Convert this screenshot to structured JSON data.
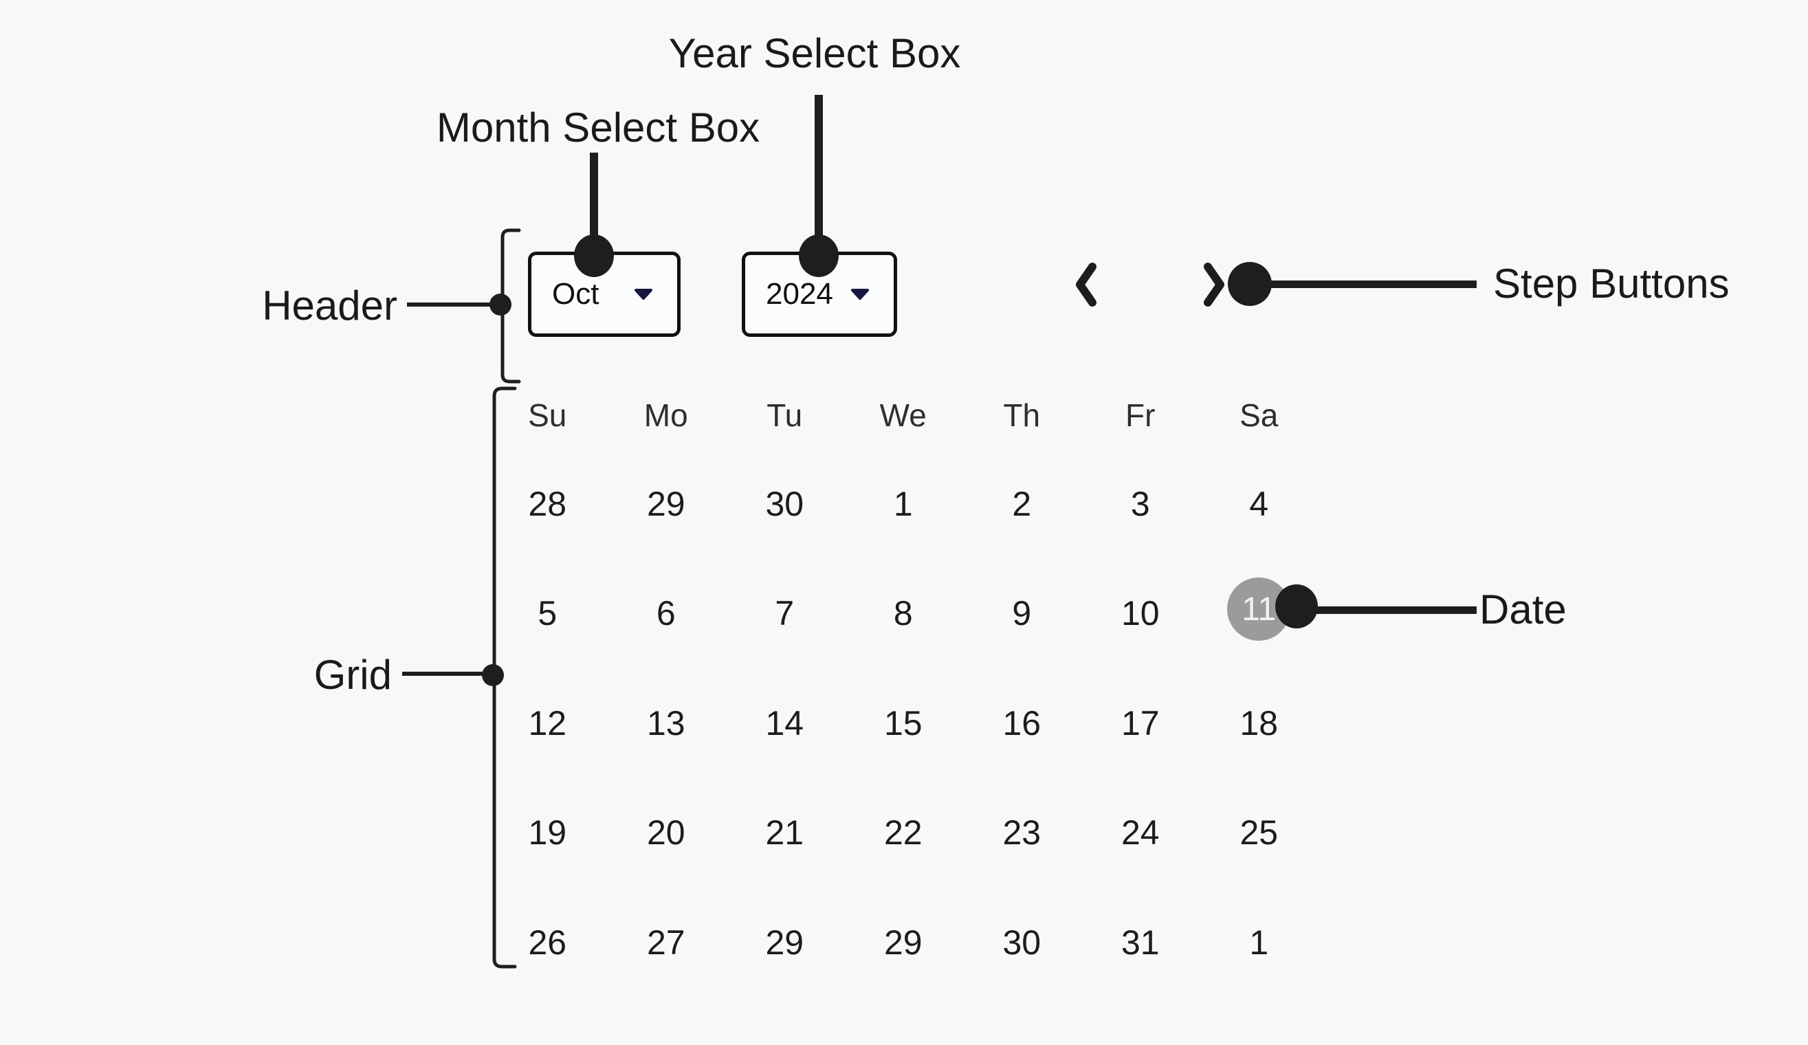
{
  "annotations": {
    "year_select_label": "Year Select Box",
    "month_select_label": "Month Select Box",
    "header_label": "Header",
    "step_buttons_label": "Step Buttons",
    "grid_label": "Grid",
    "date_label": "Date"
  },
  "calendar": {
    "header": {
      "month": "Oct",
      "year": "2024",
      "prev_icon": "chevron-left",
      "next_icon": "chevron-right",
      "dropdown_icon": "caret-down"
    },
    "day_headers": [
      "Su",
      "Mo",
      "Tu",
      "We",
      "Th",
      "Fr",
      "Sa"
    ],
    "weeks": [
      [
        "28",
        "29",
        "30",
        "1",
        "2",
        "3",
        "4"
      ],
      [
        "5",
        "6",
        "7",
        "8",
        "9",
        "10",
        "11"
      ],
      [
        "12",
        "13",
        "14",
        "15",
        "16",
        "17",
        "18"
      ],
      [
        "19",
        "20",
        "21",
        "22",
        "23",
        "24",
        "25"
      ],
      [
        "26",
        "27",
        "29",
        "29",
        "30",
        "31",
        "1"
      ]
    ],
    "selected": {
      "row": 1,
      "col": 6,
      "value": "11"
    }
  },
  "colors": {
    "background": "#f7f8fa",
    "ink": "#1e1e1e",
    "text": "#1a1a1a",
    "box_fill": "#fbfcfd",
    "box_border": "#111111",
    "dropdown_arrow": "#171740",
    "selected_circle": "#9b9b9b",
    "selected_text": "#f3f3f3"
  }
}
